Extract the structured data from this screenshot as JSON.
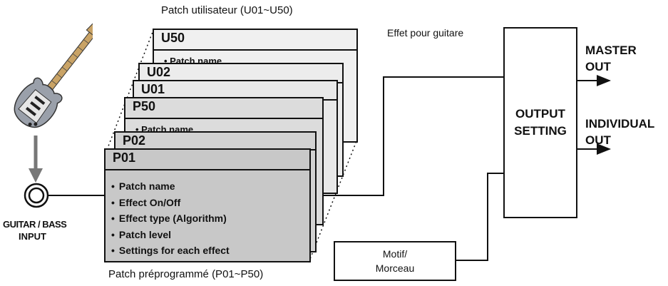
{
  "labels": {
    "user_patches": "Patch utilisateur (U01~U50)",
    "preset_patches": "Patch préprogrammé (P01~P50)",
    "guitar_effect": "Effet pour guitare",
    "input_line1": "GUITAR / BASS",
    "input_line2": "INPUT",
    "output_setting_line1": "OUTPUT",
    "output_setting_line2": "SETTING",
    "master_out_line1": "MASTER",
    "master_out_line2": "OUT",
    "individual_out_line1": "INDIVIDUAL",
    "individual_out_line2": "OUT",
    "motif_line1": "Motif/",
    "motif_line2": "Morceau"
  },
  "patch_cards": [
    {
      "title": "U50",
      "peek": "• Patch name",
      "fill": "#f0f0f0"
    },
    {
      "title": "U02",
      "peek": "",
      "fill": "#ececec"
    },
    {
      "title": "U01",
      "peek": "",
      "fill": "#e8e8e8"
    },
    {
      "title": "P50",
      "peek": "• Patch name",
      "fill": "#dcdcdc"
    },
    {
      "title": "P02",
      "peek": "",
      "fill": "#d2d2d2"
    },
    {
      "title": "P01",
      "peek": "",
      "fill": "#c8c8c8"
    }
  ],
  "patch_contents": [
    "Patch name",
    "Effect On/Off",
    "Effect type (Algorithm)",
    "Patch level",
    "Settings for each effect"
  ]
}
